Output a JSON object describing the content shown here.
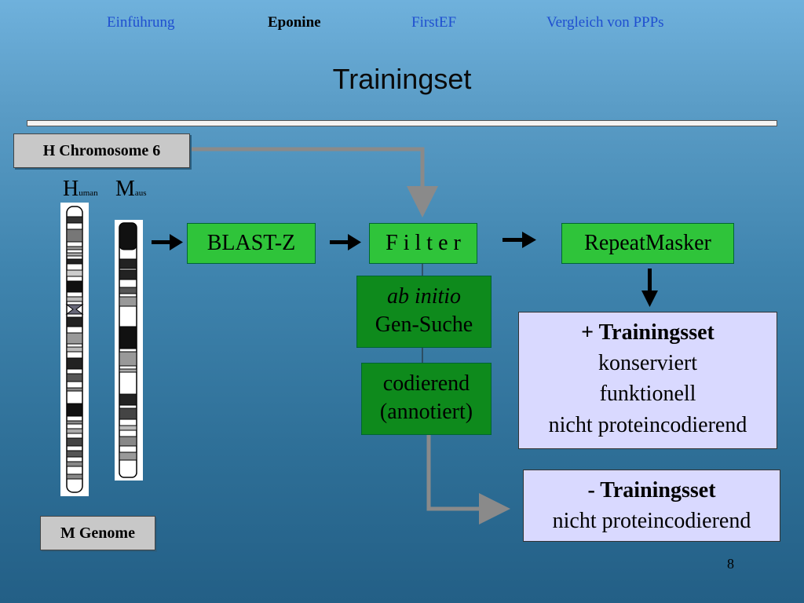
{
  "nav": {
    "item1": "Einführung",
    "item2": "Eponine",
    "item3": "FirstEF",
    "item4": "Vergleich von PPPs"
  },
  "title": "Trainingset",
  "boxes": {
    "h_chromosome": "H Chromosome 6",
    "m_genome": "M Genome",
    "blastz": "BLAST-Z",
    "filter": "F i l t e r",
    "repeatmasker": "RepeatMasker",
    "abinitio_line1": "ab initio",
    "abinitio_line2": "Gen-Suche",
    "codierend_line1": "codierend",
    "codierend_line2": "(annotiert)",
    "pos_title": "+ Trainingsset",
    "pos_line1": "konserviert",
    "pos_line2": "funktionell",
    "pos_line3": "nicht proteincodierend",
    "neg_title": "- Trainingsset",
    "neg_line1": "nicht proteincodierend"
  },
  "labels": {
    "human_big": "H",
    "human_small": "uman",
    "mouse_big": "M",
    "mouse_small": "aus"
  },
  "page_number": "8"
}
